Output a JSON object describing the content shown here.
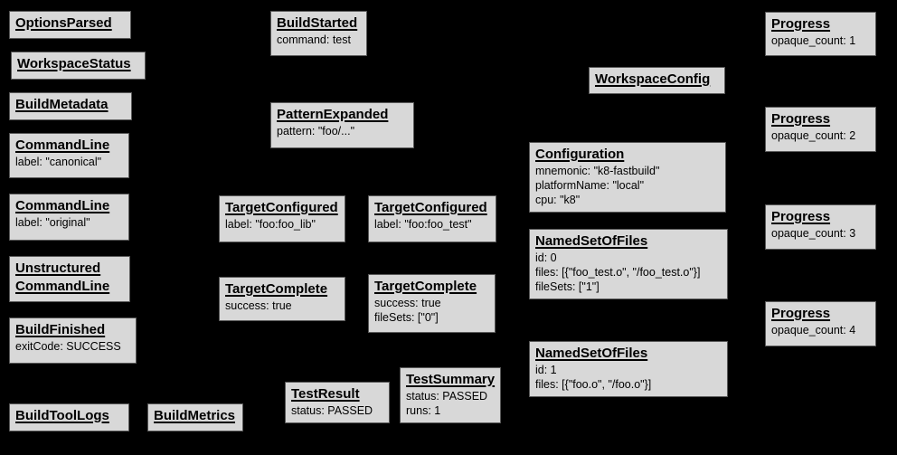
{
  "colors": {
    "background": "#000000",
    "node_fill": "#d8d8d8",
    "node_border": "#595959",
    "text": "#000000"
  },
  "nodes": {
    "options_parsed": {
      "title": "OptionsParsed",
      "lines": []
    },
    "workspace_status": {
      "title": "WorkspaceStatus",
      "lines": []
    },
    "build_metadata": {
      "title": "BuildMetadata",
      "lines": []
    },
    "command_line_canonical": {
      "title": "CommandLine",
      "lines": [
        "label: \"canonical\""
      ]
    },
    "command_line_original": {
      "title": "CommandLine",
      "lines": [
        "label: \"original\""
      ]
    },
    "unstructured_command_line": {
      "title": "Unstructured\nCommandLine",
      "lines": []
    },
    "build_finished": {
      "title": "BuildFinished",
      "lines": [
        "exitCode: SUCCESS"
      ]
    },
    "build_tool_logs": {
      "title": "BuildToolLogs",
      "lines": []
    },
    "build_metrics": {
      "title": "BuildMetrics",
      "lines": []
    },
    "build_started": {
      "title": "BuildStarted",
      "lines": [
        "command: test"
      ]
    },
    "pattern_expanded": {
      "title": "PatternExpanded",
      "lines": [
        "pattern: \"foo/...\""
      ]
    },
    "target_configured_foo_lib": {
      "title": "TargetConfigured",
      "lines": [
        "label: \"foo:foo_lib\""
      ]
    },
    "target_configured_foo_test": {
      "title": "TargetConfigured",
      "lines": [
        "label: \"foo:foo_test\""
      ]
    },
    "target_complete_foo_lib": {
      "title": "TargetComplete",
      "lines": [
        "success: true"
      ]
    },
    "target_complete_foo_test": {
      "title": "TargetComplete",
      "lines": [
        "success: true",
        "fileSets: [\"0\"]"
      ]
    },
    "test_result": {
      "title": "TestResult",
      "lines": [
        "status: PASSED"
      ]
    },
    "test_summary": {
      "title": "TestSummary",
      "lines": [
        "status: PASSED",
        "runs: 1"
      ]
    },
    "workspace_config": {
      "title": "WorkspaceConfig",
      "lines": []
    },
    "configuration": {
      "title": "Configuration",
      "lines": [
        "mnemonic: \"k8-fastbuild\"",
        "platformName: \"local\"",
        "cpu: \"k8\""
      ]
    },
    "named_set_of_files_0": {
      "title": "NamedSetOfFiles",
      "lines": [
        "id: 0",
        "files: [{\"foo_test.o\", \"/foo_test.o\"}]",
        "fileSets: [\"1\"]"
      ]
    },
    "named_set_of_files_1": {
      "title": "NamedSetOfFiles",
      "lines": [
        "id: 1",
        "files: [{\"foo.o\", \"/foo.o\"}]"
      ]
    },
    "progress_1": {
      "title": "Progress",
      "lines": [
        "opaque_count: 1"
      ]
    },
    "progress_2": {
      "title": "Progress",
      "lines": [
        "opaque_count: 2"
      ]
    },
    "progress_3": {
      "title": "Progress",
      "lines": [
        "opaque_count: 3"
      ]
    },
    "progress_4": {
      "title": "Progress",
      "lines": [
        "opaque_count: 4"
      ]
    }
  }
}
